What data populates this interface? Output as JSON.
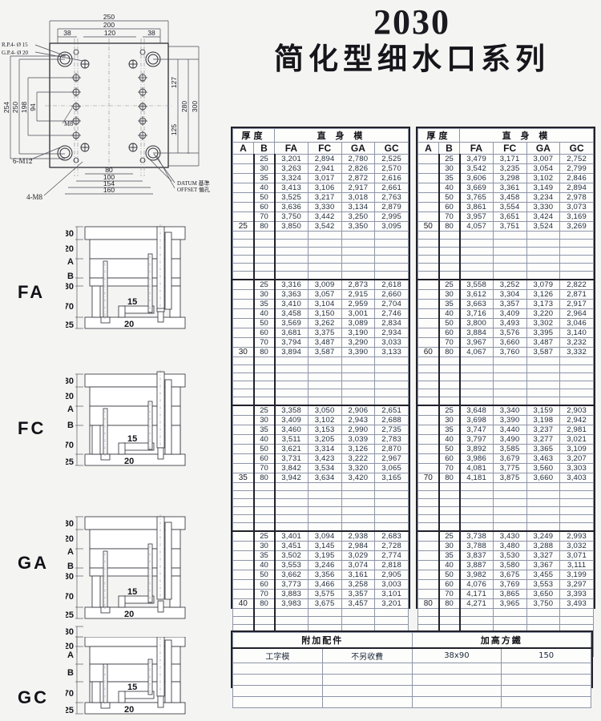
{
  "title": {
    "number": "2030",
    "chinese": "简化型细水口系列"
  },
  "plan_drawing": {
    "name": "mold-base-plan-view",
    "dimensions_top": [
      "250",
      "200",
      "38",
      "120",
      "38"
    ],
    "dimensions_left": [
      "254",
      "250",
      "198",
      "94"
    ],
    "dimensions_right": [
      "127",
      "280",
      "300",
      "125"
    ],
    "dimensions_bottom": [
      "80",
      "100",
      "154",
      "160"
    ],
    "labels": {
      "rp": "R.P.4- Ø 15",
      "gp": "G.P.4- Ø 20",
      "m8": "M8",
      "m12": "6-M12",
      "bottom_m8": "4-M8",
      "datum": "DATUM  基準",
      "offset": "OFFSET  偏孔"
    }
  },
  "sections": [
    {
      "label": "FA",
      "left_dims": [
        "30",
        "20",
        "A",
        "B",
        "30",
        "70",
        "25"
      ],
      "inner_dims": [
        "15",
        "20"
      ]
    },
    {
      "label": "FC",
      "left_dims": [
        "30",
        "20",
        "A",
        "B",
        "70",
        "25"
      ],
      "inner_dims": [
        "15",
        "20"
      ]
    },
    {
      "label": "GA",
      "left_dims": [
        "30",
        "20",
        "A",
        "B",
        "30",
        "70",
        "25"
      ],
      "inner_dims": [
        "15",
        "20"
      ]
    },
    {
      "label": "GC",
      "left_dims": [
        "30",
        "20",
        "A",
        "B",
        "70",
        "25"
      ],
      "inner_dims": [
        "15",
        "20"
      ]
    }
  ],
  "tables": {
    "headers": {
      "group_thickness": "厚度",
      "group_straight": "直 身 模",
      "a": "A",
      "b": "B",
      "cols": [
        "FA",
        "FC",
        "GA",
        "GC"
      ]
    },
    "left_blocks": [
      {
        "a": "25",
        "rows": [
          {
            "b": "25",
            "FA": "3,201",
            "FC": "2,894",
            "GA": "2,780",
            "GC": "2,525"
          },
          {
            "b": "30",
            "FA": "3,263",
            "FC": "2,941",
            "GA": "2,826",
            "GC": "2,570"
          },
          {
            "b": "35",
            "FA": "3,324",
            "FC": "3,017",
            "GA": "2,872",
            "GC": "2,616"
          },
          {
            "b": "40",
            "FA": "3,413",
            "FC": "3,106",
            "GA": "2,917",
            "GC": "2,661"
          },
          {
            "b": "50",
            "FA": "3,525",
            "FC": "3,217",
            "GA": "3,018",
            "GC": "2,763"
          },
          {
            "b": "60",
            "FA": "3,636",
            "FC": "3,330",
            "GA": "3,134",
            "GC": "2,879"
          },
          {
            "b": "70",
            "FA": "3,750",
            "FC": "3,442",
            "GA": "3,250",
            "GC": "2,995"
          },
          {
            "b": "80",
            "FA": "3,850",
            "FC": "3,542",
            "GA": "3,350",
            "GC": "3,095"
          }
        ]
      },
      {
        "a": "30",
        "rows": [
          {
            "b": "25",
            "FA": "3,316",
            "FC": "3,009",
            "GA": "2,873",
            "GC": "2,618"
          },
          {
            "b": "30",
            "FA": "3,363",
            "FC": "3,057",
            "GA": "2,915",
            "GC": "2,660"
          },
          {
            "b": "35",
            "FA": "3,410",
            "FC": "3,104",
            "GA": "2,959",
            "GC": "2,704"
          },
          {
            "b": "40",
            "FA": "3,458",
            "FC": "3,150",
            "GA": "3,001",
            "GC": "2,746"
          },
          {
            "b": "50",
            "FA": "3,569",
            "FC": "3,262",
            "GA": "3,089",
            "GC": "2,834"
          },
          {
            "b": "60",
            "FA": "3,681",
            "FC": "3,375",
            "GA": "3,190",
            "GC": "2,934"
          },
          {
            "b": "70",
            "FA": "3,794",
            "FC": "3,487",
            "GA": "3,290",
            "GC": "3,033"
          },
          {
            "b": "80",
            "FA": "3,894",
            "FC": "3,587",
            "GA": "3,390",
            "GC": "3,133"
          }
        ]
      },
      {
        "a": "35",
        "rows": [
          {
            "b": "25",
            "FA": "3,358",
            "FC": "3,050",
            "GA": "2,906",
            "GC": "2,651"
          },
          {
            "b": "30",
            "FA": "3,409",
            "FC": "3,102",
            "GA": "2,943",
            "GC": "2,688"
          },
          {
            "b": "35",
            "FA": "3,460",
            "FC": "3,153",
            "GA": "2,990",
            "GC": "2,735"
          },
          {
            "b": "40",
            "FA": "3,511",
            "FC": "3,205",
            "GA": "3,039",
            "GC": "2,783"
          },
          {
            "b": "50",
            "FA": "3,621",
            "FC": "3,314",
            "GA": "3,126",
            "GC": "2,870"
          },
          {
            "b": "60",
            "FA": "3,731",
            "FC": "3,423",
            "GA": "3,222",
            "GC": "2,967"
          },
          {
            "b": "70",
            "FA": "3,842",
            "FC": "3,534",
            "GA": "3,320",
            "GC": "3,065"
          },
          {
            "b": "80",
            "FA": "3,942",
            "FC": "3,634",
            "GA": "3,420",
            "GC": "3,165"
          }
        ]
      },
      {
        "a": "40",
        "rows": [
          {
            "b": "25",
            "FA": "3,401",
            "FC": "3,094",
            "GA": "2,938",
            "GC": "2,683"
          },
          {
            "b": "30",
            "FA": "3,451",
            "FC": "3,145",
            "GA": "2,984",
            "GC": "2,728"
          },
          {
            "b": "35",
            "FA": "3,502",
            "FC": "3,195",
            "GA": "3,029",
            "GC": "2,774"
          },
          {
            "b": "40",
            "FA": "3,553",
            "FC": "3,246",
            "GA": "3,074",
            "GC": "2,818"
          },
          {
            "b": "50",
            "FA": "3,662",
            "FC": "3,356",
            "GA": "3,161",
            "GC": "2,905"
          },
          {
            "b": "60",
            "FA": "3,773",
            "FC": "3,466",
            "GA": "3,258",
            "GC": "3,003"
          },
          {
            "b": "70",
            "FA": "3,883",
            "FC": "3,575",
            "GA": "3,357",
            "GC": "3,101"
          },
          {
            "b": "80",
            "FA": "3,983",
            "FC": "3,675",
            "GA": "3,457",
            "GC": "3,201"
          }
        ]
      }
    ],
    "right_blocks": [
      {
        "a": "50",
        "rows": [
          {
            "b": "25",
            "FA": "3,479",
            "FC": "3,171",
            "GA": "3,007",
            "GC": "2,752"
          },
          {
            "b": "30",
            "FA": "3,542",
            "FC": "3,235",
            "GA": "3,054",
            "GC": "2,799"
          },
          {
            "b": "35",
            "FA": "3,606",
            "FC": "3,298",
            "GA": "3,102",
            "GC": "2,846"
          },
          {
            "b": "40",
            "FA": "3,669",
            "FC": "3,361",
            "GA": "3,149",
            "GC": "2,894"
          },
          {
            "b": "50",
            "FA": "3,765",
            "FC": "3,458",
            "GA": "3,234",
            "GC": "2,978"
          },
          {
            "b": "60",
            "FA": "3,861",
            "FC": "3,554",
            "GA": "3,330",
            "GC": "3,073"
          },
          {
            "b": "70",
            "FA": "3,957",
            "FC": "3,651",
            "GA": "3,424",
            "GC": "3,169"
          },
          {
            "b": "80",
            "FA": "4,057",
            "FC": "3,751",
            "GA": "3,524",
            "GC": "3,269"
          }
        ]
      },
      {
        "a": "60",
        "rows": [
          {
            "b": "25",
            "FA": "3,558",
            "FC": "3,252",
            "GA": "3,079",
            "GC": "2,822"
          },
          {
            "b": "30",
            "FA": "3,612",
            "FC": "3,304",
            "GA": "3,126",
            "GC": "2,871"
          },
          {
            "b": "35",
            "FA": "3,663",
            "FC": "3,357",
            "GA": "3,173",
            "GC": "2,917"
          },
          {
            "b": "40",
            "FA": "3,716",
            "FC": "3,409",
            "GA": "3,220",
            "GC": "2,964"
          },
          {
            "b": "50",
            "FA": "3,800",
            "FC": "3,493",
            "GA": "3,302",
            "GC": "3,046"
          },
          {
            "b": "60",
            "FA": "3,884",
            "FC": "3,576",
            "GA": "3,395",
            "GC": "3,140"
          },
          {
            "b": "70",
            "FA": "3,967",
            "FC": "3,660",
            "GA": "3,487",
            "GC": "3,232"
          },
          {
            "b": "80",
            "FA": "4,067",
            "FC": "3,760",
            "GA": "3,587",
            "GC": "3,332"
          }
        ]
      },
      {
        "a": "70",
        "rows": [
          {
            "b": "25",
            "FA": "3,648",
            "FC": "3,340",
            "GA": "3,159",
            "GC": "2,903"
          },
          {
            "b": "30",
            "FA": "3,698",
            "FC": "3,390",
            "GA": "3,198",
            "GC": "2,942"
          },
          {
            "b": "35",
            "FA": "3,747",
            "FC": "3,440",
            "GA": "3,237",
            "GC": "2,981"
          },
          {
            "b": "40",
            "FA": "3,797",
            "FC": "3,490",
            "GA": "3,277",
            "GC": "3,021"
          },
          {
            "b": "50",
            "FA": "3,892",
            "FC": "3,585",
            "GA": "3,365",
            "GC": "3,109"
          },
          {
            "b": "60",
            "FA": "3,986",
            "FC": "3,679",
            "GA": "3,463",
            "GC": "3,207"
          },
          {
            "b": "70",
            "FA": "4,081",
            "FC": "3,775",
            "GA": "3,560",
            "GC": "3,303"
          },
          {
            "b": "80",
            "FA": "4,181",
            "FC": "3,875",
            "GA": "3,660",
            "GC": "3,403"
          }
        ]
      },
      {
        "a": "80",
        "rows": [
          {
            "b": "25",
            "FA": "3,738",
            "FC": "3,430",
            "GA": "3,249",
            "GC": "2,993"
          },
          {
            "b": "30",
            "FA": "3,788",
            "FC": "3,480",
            "GA": "3,288",
            "GC": "3,032"
          },
          {
            "b": "35",
            "FA": "3,837",
            "FC": "3,530",
            "GA": "3,327",
            "GC": "3,071"
          },
          {
            "b": "40",
            "FA": "3,887",
            "FC": "3,580",
            "GA": "3,367",
            "GC": "3,111"
          },
          {
            "b": "50",
            "FA": "3,982",
            "FC": "3,675",
            "GA": "3,455",
            "GC": "3,199"
          },
          {
            "b": "60",
            "FA": "4,076",
            "FC": "3,769",
            "GA": "3,553",
            "GC": "3,297"
          },
          {
            "b": "70",
            "FA": "4,171",
            "FC": "3,865",
            "GA": "3,650",
            "GC": "3,393"
          },
          {
            "b": "80",
            "FA": "4,271",
            "FC": "3,965",
            "GA": "3,750",
            "GC": "3,493"
          }
        ]
      }
    ]
  },
  "accessory_table": {
    "headers": [
      "附加配件",
      "加高方鐵"
    ],
    "row": {
      "item": "工字模",
      "price_note": "不另收費",
      "size": "38x90",
      "value": "150"
    }
  }
}
